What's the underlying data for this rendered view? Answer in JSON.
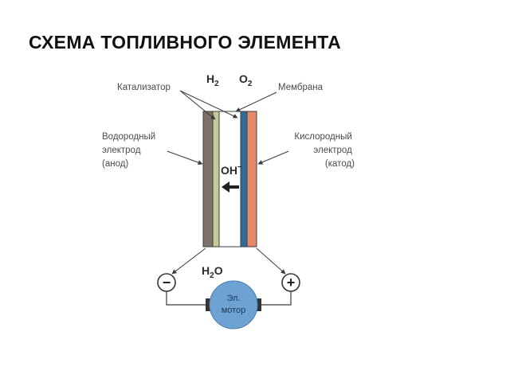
{
  "title": "СХЕМА ТОПЛИВНОГО ЭЛЕМЕНТА",
  "gases": {
    "h2": {
      "base": "H",
      "sub": "2"
    },
    "o2": {
      "base": "O",
      "sub": "2"
    }
  },
  "labels": {
    "catalyst": "Катализатор",
    "membrane": "Мембрана",
    "anode": [
      "Водородный",
      "электрод",
      "(анод)"
    ],
    "cathode": [
      "Кислородный",
      "электрод",
      "(катод)"
    ]
  },
  "ion": {
    "base": "OH",
    "sup": "−"
  },
  "water": {
    "base": "H",
    "sub": "2",
    "tail": "O"
  },
  "terminals": {
    "negative": "−",
    "positive": "+"
  },
  "motor": {
    "line1": "Эл.",
    "line2": "мотор"
  },
  "colors": {
    "anode": "#7d726b",
    "anode_catalyst": "#c6ca98",
    "electrolyte": "#ffffff",
    "membrane": "#2f6c9a",
    "cathode": "#e38a6c",
    "motor": "#6ea2d3",
    "motor_cap": "#333333",
    "wire": "#3a3a3a"
  }
}
